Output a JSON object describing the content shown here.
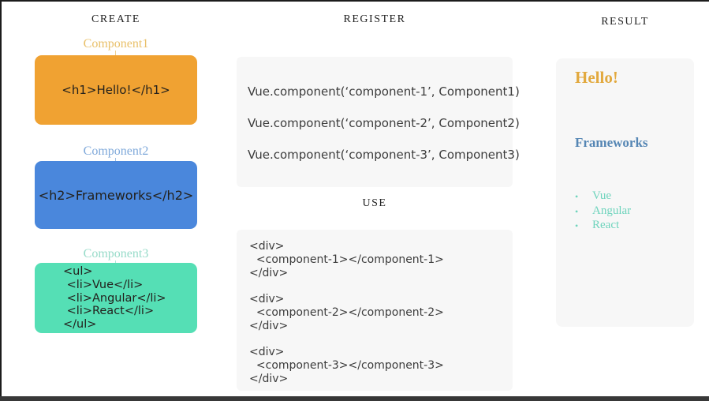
{
  "colors": {
    "header-text": "#222222",
    "box1-bg": "#f0a232",
    "box2-bg": "#4a87dc",
    "box3-bg": "#55dfb5",
    "label1": "#e9c06a",
    "label2": "#7fa9da",
    "label3": "#97dbc9",
    "panel-bg": "#f7f7f7",
    "code-text": "#3c3c3c",
    "box-code-text": "#23211d",
    "result-h1": "#e2a93e",
    "result-h2": "#5586b4",
    "result-list": "#6fd4bd",
    "frame-border": "#1c1c1c",
    "frame-bottom": "#383838"
  },
  "create": {
    "header": "CREATE",
    "components": [
      {
        "label": "Component1",
        "code": "<h1>Hello!</h1>"
      },
      {
        "label": "Component2",
        "code": "<h2>Frameworks</h2>"
      },
      {
        "label": "Component3",
        "code": "<ul>\n <li>Vue</li>\n <li>Angular</li>\n <li>React</li>\n</ul>"
      }
    ]
  },
  "register": {
    "header": "REGISTER",
    "lines": [
      "Vue.component(‘component-1’, Component1)",
      "Vue.component(‘component-2’, Component2)",
      "Vue.component(‘component-3’, Component3)"
    ]
  },
  "use": {
    "header": "USE",
    "blocks": [
      "<div>\n  <component-1></component-1>\n</div>",
      "<div>\n  <component-2></component-2>\n</div>",
      "<div>\n  <component-3></component-3>\n</div>"
    ]
  },
  "result": {
    "header": "RESULT",
    "heading1": "Hello!",
    "heading2": "Frameworks",
    "list_items": [
      "Vue",
      "Angular",
      "React"
    ]
  }
}
